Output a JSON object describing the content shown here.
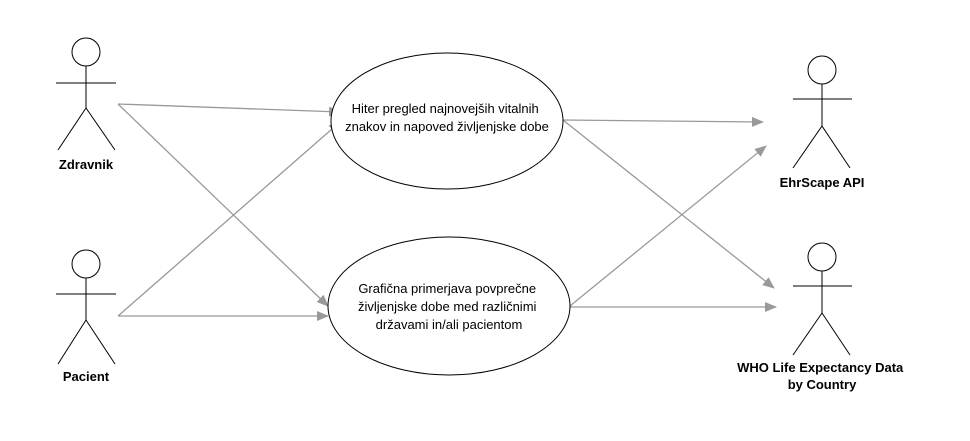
{
  "actors": {
    "zdravnik": "Zdravnik",
    "pacient": "Pacient",
    "ehrscape": "EhrScape API",
    "who": [
      "WHO Life Expectancy Data",
      "by Country"
    ]
  },
  "use_cases": {
    "uc1": [
      "Hiter pregled najnovejših vitalnih",
      "znakov in napoved življenjske dobe"
    ],
    "uc2": [
      "Grafična primerjava povprečne",
      "življenjske dobe med različnimi",
      "državami in/ali pacientom"
    ]
  },
  "colors": {
    "line": "#999999",
    "outline": "#000000",
    "background": "#ffffff"
  }
}
